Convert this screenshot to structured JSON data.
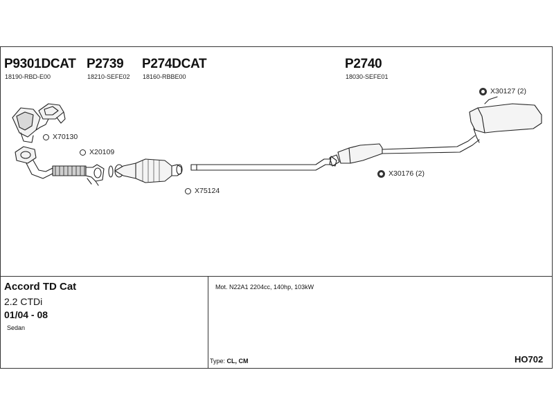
{
  "parts": [
    {
      "number": "P9301DCAT",
      "oe": "18190-RBD-E00"
    },
    {
      "number": "P2739",
      "oe": "18210-SEFE02"
    },
    {
      "number": "P274DCAT",
      "oe": "18160-RBBE00"
    },
    {
      "number": "P2740",
      "oe": "18030-SEFE01"
    }
  ],
  "fittings": [
    {
      "code": "X70130",
      "icon": "ring-icon"
    },
    {
      "code": "X20109",
      "icon": "ring-icon"
    },
    {
      "code": "X75124",
      "icon": "ring-icon"
    },
    {
      "code": "X30127 (2)",
      "icon": "rubber-hanger-icon"
    },
    {
      "code": "X30176 (2)",
      "icon": "rubber-mount-icon"
    }
  ],
  "vehicle": {
    "model": "Accord TD Cat",
    "engine": "2.2 CTDi",
    "years": "01/04 - 08",
    "body": "Sedan"
  },
  "motor_spec": "Mot. N22A1 2204cc, 140hp, 103kW",
  "type_label": "Type:",
  "type_value": "CL, CM",
  "sheet_id": "HO702"
}
